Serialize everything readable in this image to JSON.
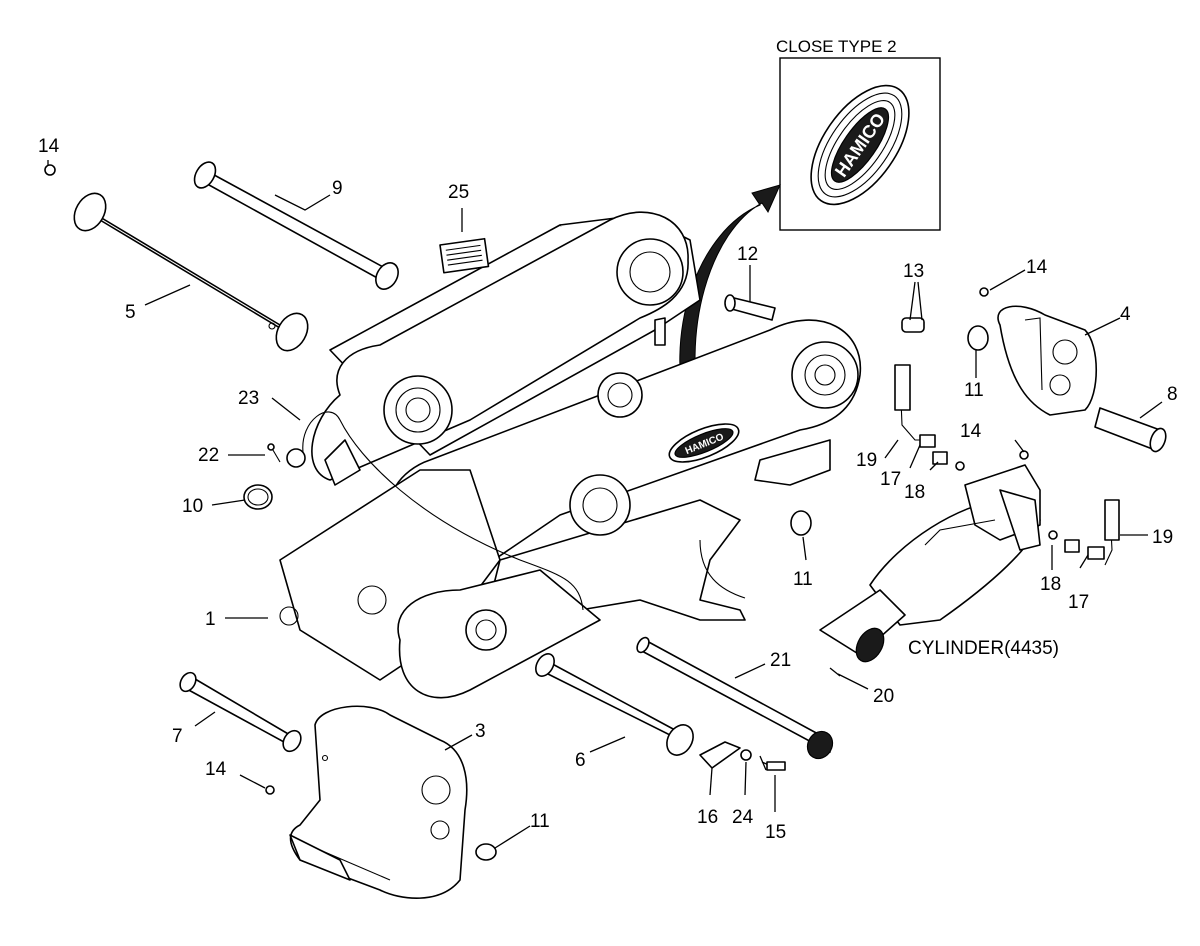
{
  "inset": {
    "title": "CLOSE TYPE 2",
    "logo_text": "HAMICO"
  },
  "main_logo_text": "HAMICO",
  "cylinder_label": "CYLINDER(4435)",
  "callouts": [
    "14",
    "9",
    "25",
    "5",
    "12",
    "13",
    "14",
    "4",
    "11",
    "8",
    "23",
    "22",
    "10",
    "14",
    "19",
    "17",
    "18",
    "19",
    "18",
    "17",
    "11",
    "1",
    "21",
    "20",
    "7",
    "3",
    "14",
    "6",
    "16",
    "24",
    "15",
    "11"
  ]
}
